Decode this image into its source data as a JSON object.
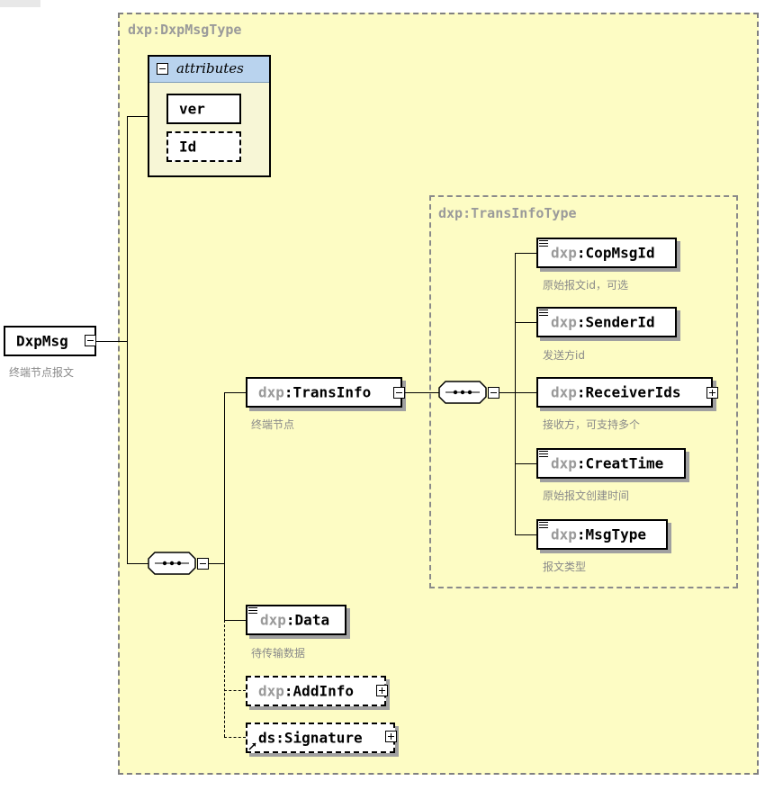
{
  "outer_type": {
    "prefix": "dxp",
    "name": "DxpMsgType"
  },
  "attributes": {
    "header": "attributes",
    "items": [
      {
        "name": "ver",
        "optional": false
      },
      {
        "name": "Id",
        "optional": true
      }
    ]
  },
  "root": {
    "name": "DxpMsg",
    "annotation": "终端节点报文"
  },
  "trans_info": {
    "prefix": "dxp",
    "name": "TransInfo",
    "annotation": "终端节点"
  },
  "inner_type": {
    "prefix": "dxp",
    "name": "TransInfoType"
  },
  "trans_children": [
    {
      "prefix": "dxp",
      "name": "CopMsgId",
      "annotation": "原始报文id，可选"
    },
    {
      "prefix": "dxp",
      "name": "SenderId",
      "annotation": "发送方id"
    },
    {
      "prefix": "dxp",
      "name": "ReceiverIds",
      "annotation": "接收方，可支持多个"
    },
    {
      "prefix": "dxp",
      "name": "CreatTime",
      "annotation": "原始报文创建时间"
    },
    {
      "prefix": "dxp",
      "name": "MsgType",
      "annotation": "报文类型"
    }
  ],
  "data": {
    "prefix": "dxp",
    "name": "Data",
    "annotation": "待传输数据"
  },
  "add_info": {
    "prefix": "dxp",
    "name": "AddInfo"
  },
  "signature": {
    "prefix": "ds",
    "name": "Signature"
  }
}
